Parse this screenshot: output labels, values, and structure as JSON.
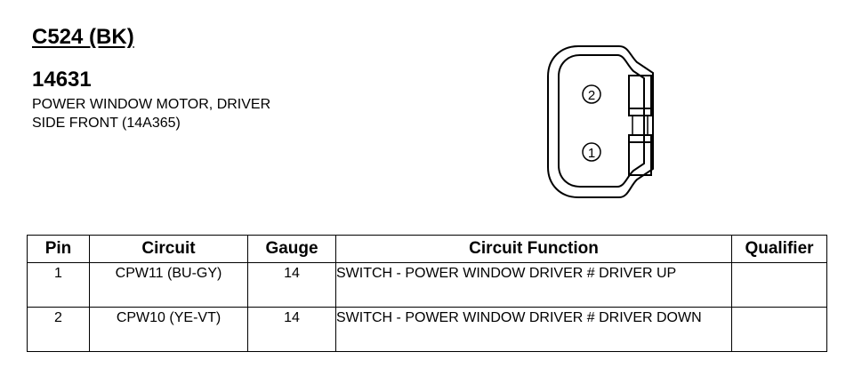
{
  "connector": {
    "id": "C524 (BK)",
    "part_number": "14631",
    "description_line1": "POWER WINDOW MOTOR, DRIVER",
    "description_line2": "SIDE FRONT (14A365)"
  },
  "diagram": {
    "pin_top": "2",
    "pin_bottom": "1"
  },
  "table": {
    "headers": {
      "pin": "Pin",
      "circuit": "Circuit",
      "gauge": "Gauge",
      "function": "Circuit Function",
      "qualifier": "Qualifier"
    },
    "rows": [
      {
        "pin": "1",
        "circuit": "CPW11 (BU-GY)",
        "gauge": "14",
        "function": "SWITCH - POWER WINDOW DRIVER # DRIVER UP",
        "qualifier": ""
      },
      {
        "pin": "2",
        "circuit": "CPW10 (YE-VT)",
        "gauge": "14",
        "function": "SWITCH - POWER WINDOW DRIVER # DRIVER DOWN",
        "qualifier": ""
      }
    ]
  }
}
